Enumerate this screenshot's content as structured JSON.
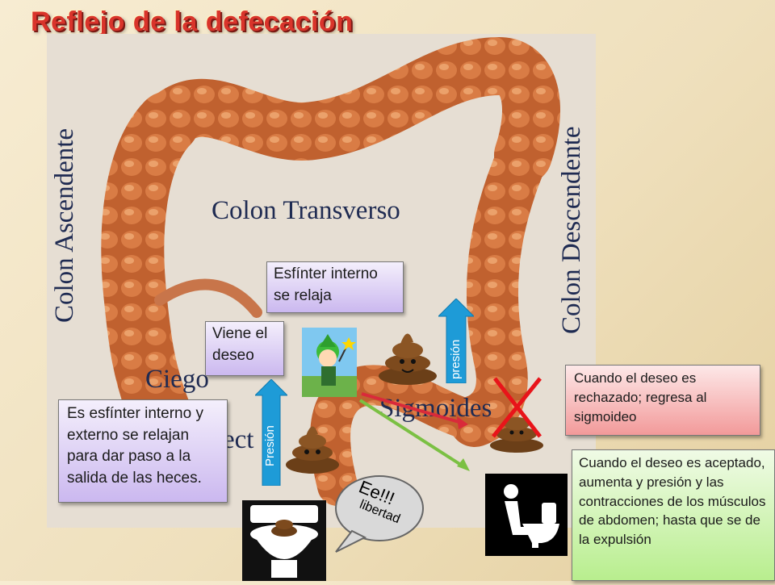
{
  "title": "Reflejo de la defecación",
  "anatomy_labels": {
    "colon_ascendente": "Colon Ascendente",
    "colon_transverso": "Colon Transverso",
    "colon_descendente": "Colon Descendente",
    "ciego": "Ciego",
    "sigmoides": "Sigmoides",
    "recto": "ect"
  },
  "boxes": {
    "esfinter_relaja": "Esfínter interno se relaja",
    "viene_deseo": "Viene el deseo",
    "ambos_relajan": "Es esfínter interno y externo se relajan para dar paso a la salida de las heces.",
    "rechazado": "Cuando el deseo es rechazado; regresa al sigmoideo",
    "aceptado": "Cuando el deseo es aceptado, aumenta y presión y las contracciones de los músculos de abdomen; hasta que se de la expulsión"
  },
  "arrows": {
    "presion_left": "Presión",
    "presion_right": "presión"
  },
  "speech_bubble": {
    "line1": "Ee!!!",
    "line2": "libertad"
  },
  "icons": [
    "poop-icon",
    "toilet-icon",
    "person-on-toilet-icon",
    "fairy-character-icon",
    "red-x-icon"
  ],
  "colors": {
    "title": "#d9342b",
    "arrow_blue": "#1e9bd7",
    "box_purple": "#cbb8ef",
    "box_pink": "#f29a9a",
    "box_green": "#b8ee8e",
    "cross_red": "#e8141a"
  }
}
